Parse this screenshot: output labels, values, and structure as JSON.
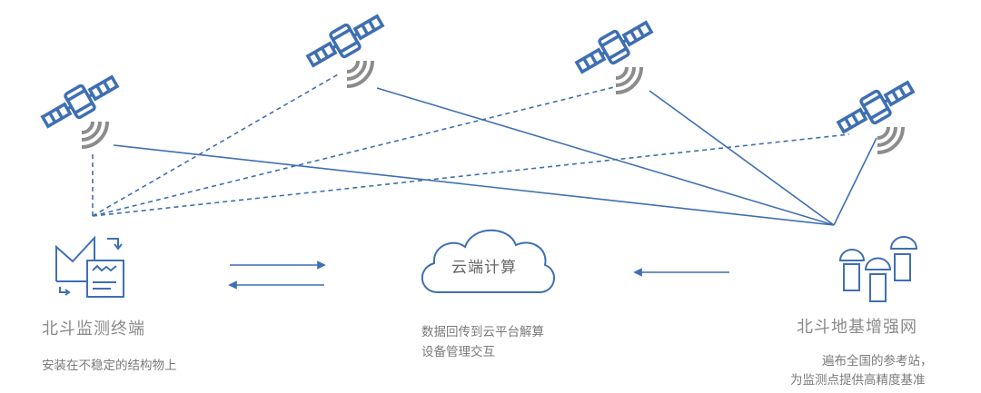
{
  "colors": {
    "accent": "#3f6fb3",
    "signal": "#8c8c8c",
    "text": "#8a8a8a"
  },
  "cloud": {
    "label": "云端计算"
  },
  "terminal": {
    "title": "北斗监测终端",
    "description": "安装在不稳定的结构物上"
  },
  "center": {
    "line1": "数据回传到云平台解算",
    "line2": "设备管理交互"
  },
  "network": {
    "title": "北斗地基增强网",
    "line1": "遍布全国的参考站，",
    "line2": "为监测点提供高精度基准"
  }
}
